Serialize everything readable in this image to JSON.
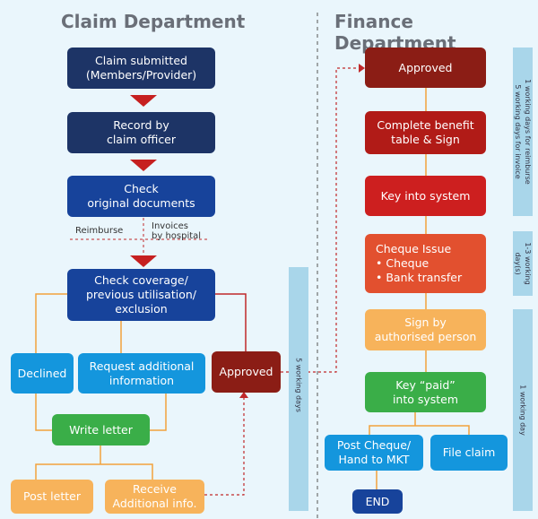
{
  "titles": {
    "claim": "Claim Department",
    "finance": "Finance Department"
  },
  "claim": {
    "submitted": "Claim submitted\n(Members/Provider)",
    "record": "Record by\nclaim officer",
    "check_docs": "Check\noriginal documents",
    "reimburse": "Reimburse",
    "invoices": "Invoices\nby hospital",
    "check_coverage": "Check coverage/\nprevious utilisation/\nexclusion",
    "declined": "Declined",
    "request_info": "Request additional\ninformation",
    "approved": "Approved",
    "write_letter": "Write letter",
    "post_letter": "Post letter",
    "receive_info": "Receive\nAdditional info.",
    "side_label": "5 working days"
  },
  "finance": {
    "approved": "Approved",
    "complete_table": "Complete benefit\ntable & Sign",
    "key_into": "Key into system",
    "cheque_issue": "Cheque Issue\n• Cheque\n• Bank transfer",
    "sign": "Sign by\nauthorised person",
    "key_paid": "Key “paid”\ninto system",
    "post_cheque": "Post Cheque/\nHand to MKT",
    "file_claim": "File claim",
    "end": "END",
    "side_1": "1 working days for reimburse\n5 working days for invoice",
    "side_2": "1-3 working\nday(s)",
    "side_3": "1 working day"
  },
  "colors": {
    "connector_orange": "#f2a23c",
    "connector_red": "#c0282a",
    "divider": "#555555"
  }
}
